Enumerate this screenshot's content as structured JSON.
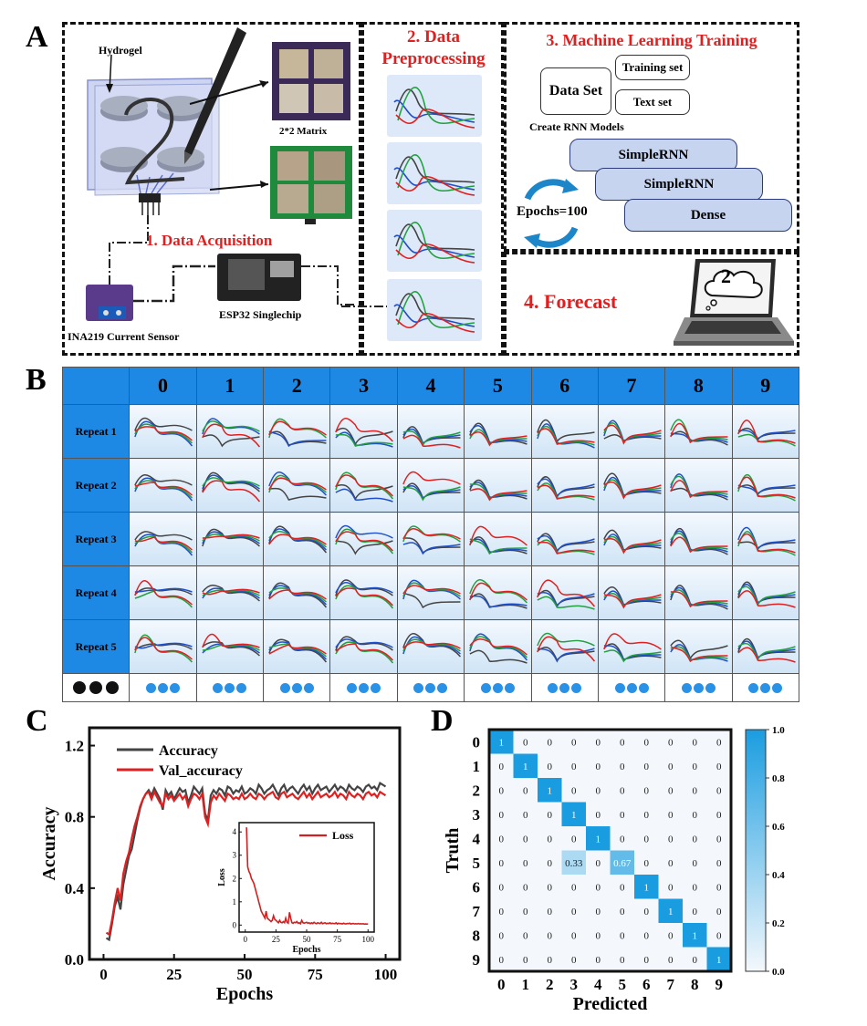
{
  "panels": {
    "a": "A",
    "b": "B",
    "c": "C",
    "d": "D"
  },
  "panelA": {
    "hydrogel": "Hydrogel",
    "matrix": "2*2 Matrix",
    "step1": "1. Data Acquisition",
    "sensor": "INA219 Current Sensor",
    "chip": "ESP32 Singlechip",
    "step2_line1": "2. Data",
    "step2_line2": "Preprocessing",
    "step3": "3. Machine Learning Training",
    "dataset": "Data Set",
    "training_set": "Training set",
    "text_set": "Text set",
    "create_rnn": "Create RNN Models",
    "rnn1": "SimpleRNN",
    "rnn2": "SimpleRNN",
    "dense": "Dense",
    "epochs": "Epochs=100",
    "step4": "4. Forecast",
    "digit": "2"
  },
  "panelB": {
    "columns": [
      "0",
      "1",
      "2",
      "3",
      "4",
      "5",
      "6",
      "7",
      "8",
      "9"
    ],
    "rows": [
      "Repeat 1",
      "Repeat 2",
      "Repeat 3",
      "Repeat 4",
      "Repeat 5"
    ]
  },
  "chart_data": [
    {
      "type": "line",
      "xlabel": "Epochs",
      "ylabel": "Accuracy",
      "xlim": [
        -5,
        105
      ],
      "ylim": [
        0.0,
        1.3
      ],
      "xticks": [
        0,
        25,
        50,
        75,
        100
      ],
      "yticks": [
        0.0,
        0.4,
        0.8,
        1.2
      ],
      "ytick_labels": [
        "0.0",
        "0.4",
        "0.8",
        "1.2"
      ],
      "legend": "top-left",
      "series": [
        {
          "name": "Accuracy",
          "color": "#444444",
          "x": [
            1,
            2,
            3,
            4,
            5,
            6,
            7,
            8,
            9,
            10,
            11,
            12,
            13,
            14,
            15,
            16,
            17,
            18,
            19,
            20,
            21,
            22,
            23,
            24,
            25,
            26,
            27,
            28,
            29,
            30,
            31,
            32,
            33,
            34,
            35,
            36,
            37,
            38,
            39,
            40,
            41,
            42,
            43,
            44,
            45,
            46,
            47,
            48,
            49,
            50,
            51,
            52,
            53,
            54,
            55,
            56,
            57,
            58,
            59,
            60,
            61,
            62,
            63,
            64,
            65,
            66,
            67,
            68,
            69,
            70,
            71,
            72,
            73,
            74,
            75,
            76,
            77,
            78,
            79,
            80,
            81,
            82,
            83,
            84,
            85,
            86,
            87,
            88,
            89,
            90,
            91,
            92,
            93,
            94,
            95,
            96,
            97,
            98,
            99,
            100
          ],
          "y": [
            0.12,
            0.11,
            0.2,
            0.3,
            0.35,
            0.28,
            0.42,
            0.5,
            0.58,
            0.62,
            0.7,
            0.78,
            0.85,
            0.9,
            0.93,
            0.95,
            0.92,
            0.96,
            0.93,
            0.9,
            0.84,
            0.95,
            0.92,
            0.94,
            0.9,
            0.93,
            0.96,
            0.94,
            0.95,
            0.88,
            0.92,
            0.97,
            0.95,
            0.93,
            0.96,
            0.82,
            0.78,
            0.92,
            0.95,
            0.93,
            0.96,
            0.95,
            0.92,
            0.97,
            0.96,
            0.93,
            0.95,
            0.94,
            0.97,
            0.93,
            0.94,
            0.96,
            0.95,
            0.93,
            0.98,
            0.96,
            0.93,
            0.95,
            0.96,
            0.98,
            0.95,
            0.92,
            0.96,
            0.98,
            0.94,
            0.96,
            0.97,
            0.95,
            0.93,
            0.96,
            0.98,
            0.95,
            0.97,
            0.93,
            0.96,
            0.98,
            0.95,
            0.96,
            0.97,
            0.94,
            0.96,
            0.98,
            0.95,
            0.97,
            0.96,
            0.94,
            0.98,
            0.96,
            0.95,
            0.97,
            0.96,
            0.94,
            0.97,
            0.98,
            0.96,
            0.97,
            0.95,
            0.99,
            0.98,
            0.97
          ]
        },
        {
          "name": "Val_accuracy",
          "color": "#e02020",
          "x": [
            1,
            2,
            3,
            4,
            5,
            6,
            7,
            8,
            9,
            10,
            11,
            12,
            13,
            14,
            15,
            16,
            17,
            18,
            19,
            20,
            21,
            22,
            23,
            24,
            25,
            26,
            27,
            28,
            29,
            30,
            31,
            32,
            33,
            34,
            35,
            36,
            37,
            38,
            39,
            40,
            41,
            42,
            43,
            44,
            45,
            46,
            47,
            48,
            49,
            50,
            51,
            52,
            53,
            54,
            55,
            56,
            57,
            58,
            59,
            60,
            61,
            62,
            63,
            64,
            65,
            66,
            67,
            68,
            69,
            70,
            71,
            72,
            73,
            74,
            75,
            76,
            77,
            78,
            79,
            80,
            81,
            82,
            83,
            84,
            85,
            86,
            87,
            88,
            89,
            90,
            91,
            92,
            93,
            94,
            95,
            96,
            97,
            98,
            99,
            100
          ],
          "y": [
            0.15,
            0.14,
            0.22,
            0.32,
            0.4,
            0.33,
            0.48,
            0.55,
            0.6,
            0.68,
            0.75,
            0.8,
            0.86,
            0.9,
            0.93,
            0.94,
            0.9,
            0.94,
            0.91,
            0.88,
            0.86,
            0.93,
            0.9,
            0.92,
            0.89,
            0.91,
            0.93,
            0.9,
            0.92,
            0.86,
            0.9,
            0.93,
            0.92,
            0.9,
            0.93,
            0.8,
            0.76,
            0.88,
            0.92,
            0.9,
            0.93,
            0.91,
            0.89,
            0.93,
            0.92,
            0.9,
            0.91,
            0.9,
            0.93,
            0.9,
            0.91,
            0.93,
            0.91,
            0.9,
            0.93,
            0.92,
            0.9,
            0.92,
            0.93,
            0.94,
            0.91,
            0.9,
            0.93,
            0.94,
            0.91,
            0.92,
            0.93,
            0.91,
            0.9,
            0.92,
            0.94,
            0.91,
            0.93,
            0.9,
            0.92,
            0.94,
            0.91,
            0.92,
            0.93,
            0.91,
            0.92,
            0.94,
            0.91,
            0.93,
            0.92,
            0.9,
            0.94,
            0.92,
            0.91,
            0.93,
            0.92,
            0.9,
            0.93,
            0.94,
            0.92,
            0.93,
            0.91,
            0.94,
            0.93,
            0.92
          ]
        }
      ]
    },
    {
      "type": "line",
      "xlabel": "Epochs",
      "ylabel": "Loss",
      "xlim": [
        -5,
        105
      ],
      "ylim": [
        -0.3,
        4.4
      ],
      "xticks": [
        0,
        25,
        50,
        75,
        100
      ],
      "yticks": [
        0,
        1,
        2,
        3,
        4
      ],
      "legend": "top-right",
      "series": [
        {
          "name": "Loss",
          "color": "#d02020",
          "x": [
            1,
            2,
            3,
            4,
            5,
            6,
            7,
            8,
            9,
            10,
            11,
            12,
            13,
            14,
            15,
            16,
            17,
            18,
            19,
            20,
            21,
            22,
            23,
            24,
            25,
            26,
            27,
            28,
            29,
            30,
            31,
            32,
            33,
            34,
            35,
            36,
            37,
            38,
            39,
            40,
            41,
            42,
            43,
            44,
            45,
            46,
            47,
            48,
            49,
            50,
            51,
            52,
            53,
            54,
            55,
            56,
            57,
            58,
            59,
            60,
            61,
            62,
            63,
            64,
            65,
            66,
            67,
            68,
            69,
            70,
            71,
            72,
            73,
            74,
            75,
            76,
            77,
            78,
            79,
            80,
            81,
            82,
            83,
            84,
            85,
            86,
            87,
            88,
            89,
            90,
            91,
            92,
            93,
            94,
            95,
            96,
            97,
            98,
            99,
            100
          ],
          "y": [
            4.2,
            2.5,
            2.3,
            2.2,
            2.0,
            1.9,
            1.8,
            1.6,
            1.4,
            1.2,
            1.0,
            0.8,
            0.6,
            0.5,
            0.4,
            0.3,
            0.6,
            0.3,
            0.25,
            0.2,
            0.15,
            0.2,
            0.4,
            0.25,
            0.2,
            0.15,
            0.1,
            0.2,
            0.12,
            0.1,
            0.15,
            0.1,
            0.3,
            0.12,
            0.08,
            0.55,
            0.3,
            0.1,
            0.08,
            0.12,
            0.1,
            0.15,
            0.08,
            0.1,
            0.06,
            0.2,
            0.1,
            0.08,
            0.1,
            0.12,
            0.08,
            0.1,
            0.06,
            0.1,
            0.07,
            0.12,
            0.08,
            0.06,
            0.1,
            0.08,
            0.07,
            0.12,
            0.06,
            0.08,
            0.1,
            0.06,
            0.08,
            0.07,
            0.1,
            0.06,
            0.08,
            0.07,
            0.06,
            0.1,
            0.05,
            0.08,
            0.06,
            0.07,
            0.05,
            0.08,
            0.06,
            0.05,
            0.07,
            0.06,
            0.08,
            0.05,
            0.06,
            0.07,
            0.05,
            0.06,
            0.05,
            0.07,
            0.05,
            0.06,
            0.05,
            0.06,
            0.04,
            0.05,
            0.04,
            0.05
          ]
        }
      ]
    },
    {
      "type": "heatmap",
      "xlabel": "Predicted",
      "ylabel": "Truth",
      "x_categories": [
        "0",
        "1",
        "2",
        "3",
        "4",
        "5",
        "6",
        "7",
        "8",
        "9"
      ],
      "y_categories": [
        "0",
        "1",
        "2",
        "3",
        "4",
        "5",
        "6",
        "7",
        "8",
        "9"
      ],
      "colorbar_ticks": [
        "0.0",
        "0.2",
        "0.4",
        "0.6",
        "0.8",
        "1.0"
      ],
      "colorbar_range": [
        0.0,
        1.0
      ],
      "colormap": [
        "#f4f8fc",
        "#1a9de0"
      ],
      "values": [
        [
          "1",
          "0",
          "0",
          "0",
          "0",
          "0",
          "0",
          "0",
          "0",
          "0"
        ],
        [
          "0",
          "1",
          "0",
          "0",
          "0",
          "0",
          "0",
          "0",
          "0",
          "0"
        ],
        [
          "0",
          "0",
          "1",
          "0",
          "0",
          "0",
          "0",
          "0",
          "0",
          "0"
        ],
        [
          "0",
          "0",
          "0",
          "1",
          "0",
          "0",
          "0",
          "0",
          "0",
          "0"
        ],
        [
          "0",
          "0",
          "0",
          "0",
          "1",
          "0",
          "0",
          "0",
          "0",
          "0"
        ],
        [
          "0",
          "0",
          "0",
          "0.33",
          "0",
          "0.67",
          "0",
          "0",
          "0",
          "0"
        ],
        [
          "0",
          "0",
          "0",
          "0",
          "0",
          "0",
          "1",
          "0",
          "0",
          "0"
        ],
        [
          "0",
          "0",
          "0",
          "0",
          "0",
          "0",
          "0",
          "1",
          "0",
          "0"
        ],
        [
          "0",
          "0",
          "0",
          "0",
          "0",
          "0",
          "0",
          "0",
          "1",
          "0"
        ],
        [
          "0",
          "0",
          "0",
          "0",
          "0",
          "0",
          "0",
          "0",
          "0",
          "1"
        ]
      ]
    }
  ]
}
